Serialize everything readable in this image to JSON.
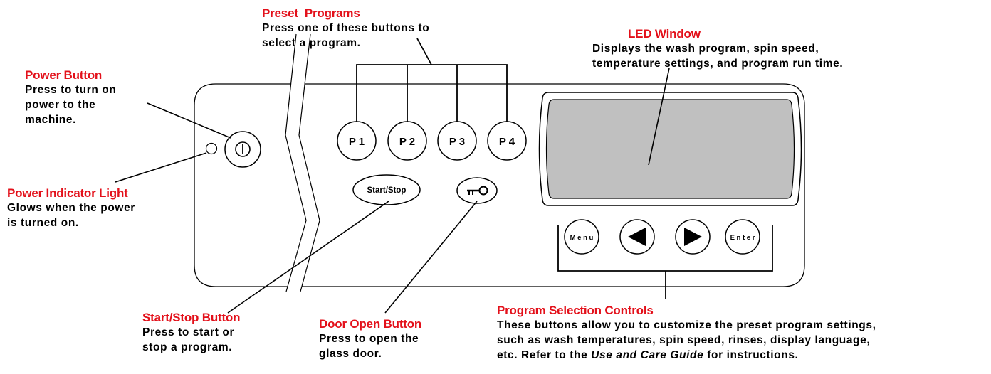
{
  "callouts": {
    "power_button": {
      "title": "Power Button",
      "lines": [
        "Press to turn on",
        "power to the",
        "machine."
      ]
    },
    "power_light": {
      "title": "Power Indicator Light",
      "lines": [
        "Glows when the power",
        "is turned on."
      ]
    },
    "preset_programs": {
      "title": "Preset  Programs",
      "lines": [
        "Press one of these buttons to",
        "select a program."
      ]
    },
    "led_window": {
      "title": "LED Window",
      "lines": [
        "Displays the wash program, spin speed,",
        "temperature settings, and program run time."
      ]
    },
    "start_stop": {
      "title": "Start/Stop Button",
      "lines": [
        "Press to start or",
        "stop a program."
      ]
    },
    "door_open": {
      "title": "Door Open Button",
      "lines": [
        "Press to open the",
        "glass door."
      ]
    },
    "program_selection": {
      "title": "Program Selection Controls",
      "lines": [
        "These buttons allow you to customize the preset program settings,",
        "such as wash temperatures, spin speed, rinses, display language,"
      ],
      "last_line_pre": "etc. Refer to the ",
      "last_line_em": "Use and Care Guide",
      "last_line_post": " for instructions."
    }
  },
  "panel": {
    "buttons": {
      "p1": "P 1",
      "p2": "P 2",
      "p3": "P 3",
      "p4": "P 4",
      "start_stop": "Start/Stop",
      "menu": "M e n u",
      "enter": "E n t e r"
    },
    "icons": {
      "power": "power-icon",
      "key": "key-icon",
      "left": "left-arrow-icon",
      "right": "right-arrow-icon"
    },
    "colors": {
      "title_red": "#e3101a",
      "led_fill": "#c0c0c0"
    }
  }
}
